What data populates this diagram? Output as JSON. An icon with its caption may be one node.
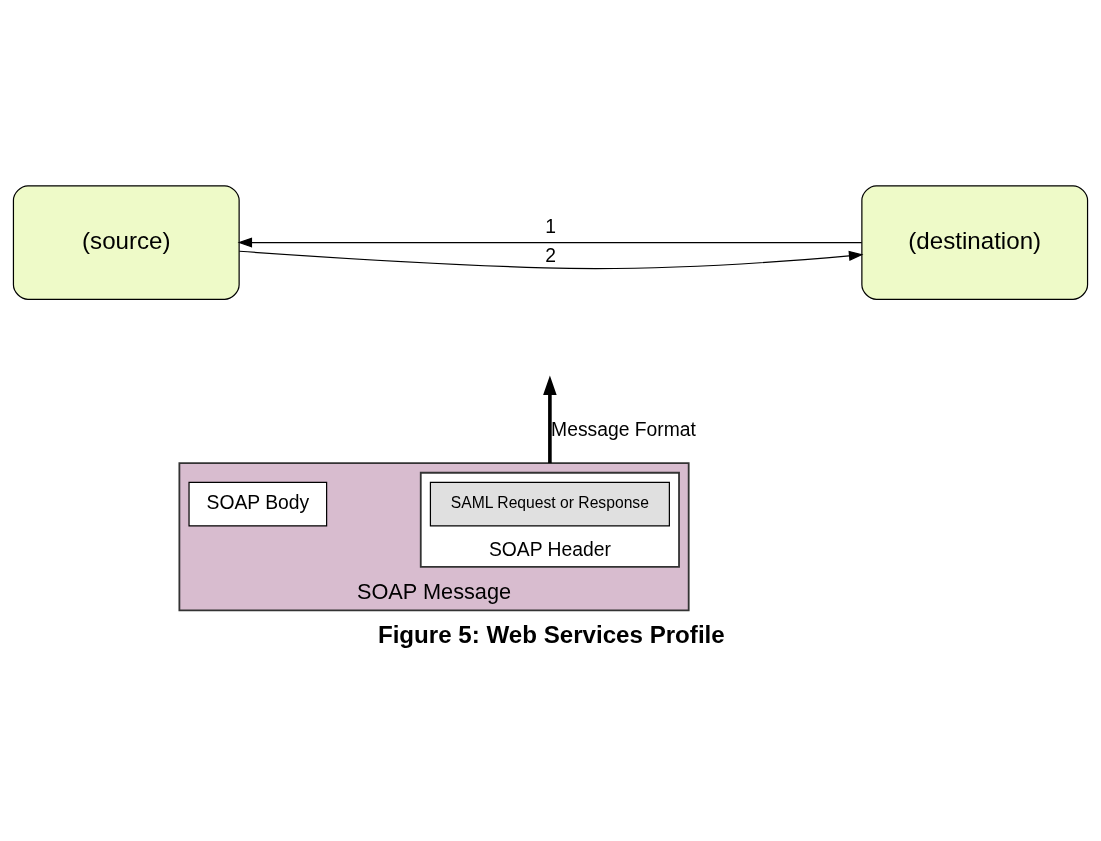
{
  "diagram": {
    "caption": "Figure 5: Web Services Profile",
    "nodes": [
      {
        "text": [
          "(source)"
        ]
      },
      {
        "text": [
          "(destination)"
        ]
      },
      {
        "text": [
          "SOAP Message"
        ]
      },
      {
        "text": [
          "SOAP Header"
        ],
        "in": 2
      },
      {
        "text": [
          "SAML Request or Response"
        ],
        "in": 3
      },
      {
        "text": [
          "SOAP Body"
        ],
        "in": 2
      }
    ],
    "edges": [
      {
        "from": 1,
        "to": 0,
        "arrow": "to",
        "label": "1"
      },
      {
        "from": 0,
        "to": 1,
        "arrow": "to",
        "label": "2"
      },
      {
        "from": 2,
        "to": null,
        "arrow": "to",
        "label": "Message Format",
        "style": "thick"
      }
    ]
  }
}
